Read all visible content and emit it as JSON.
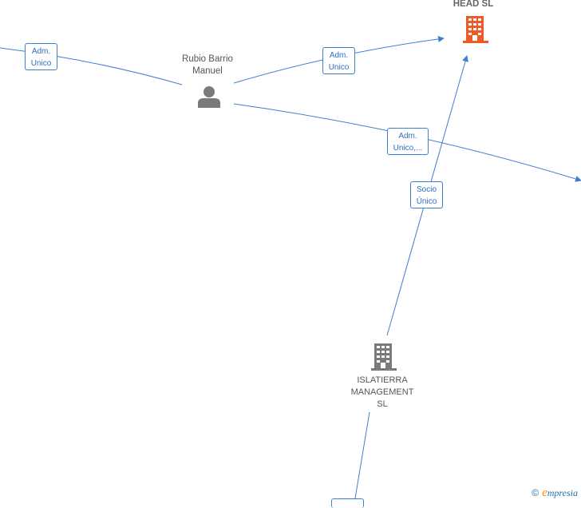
{
  "nodes": {
    "head_sl": {
      "label": "HEAD  SL",
      "icon": "building-icon",
      "color": "#f05a28"
    },
    "rubio": {
      "label_line1": "Rubio Barrio",
      "label_line2": "Manuel",
      "icon": "person-icon",
      "color": "#7a7a7a"
    },
    "islatierra": {
      "label_line1": "ISLATIERRA",
      "label_line2": "MANAGEMENT",
      "label_line3": "SL",
      "icon": "building-icon",
      "color": "#7a7a7a"
    }
  },
  "edges": {
    "left_adm": {
      "line1": "Adm.",
      "line2": "Unico"
    },
    "rubio_head": {
      "line1": "Adm.",
      "line2": "Unico"
    },
    "rubio_right": {
      "line1": "Adm.",
      "line2": "Unico,..."
    },
    "isla_head": {
      "line1": "Socio",
      "line2": "Único"
    }
  },
  "brand": {
    "copyright": "©",
    "e": "e",
    "name": "mpresia"
  },
  "colors": {
    "edge": "#3f7fd0",
    "accent": "#f05a28",
    "node": "#7a7a7a"
  }
}
